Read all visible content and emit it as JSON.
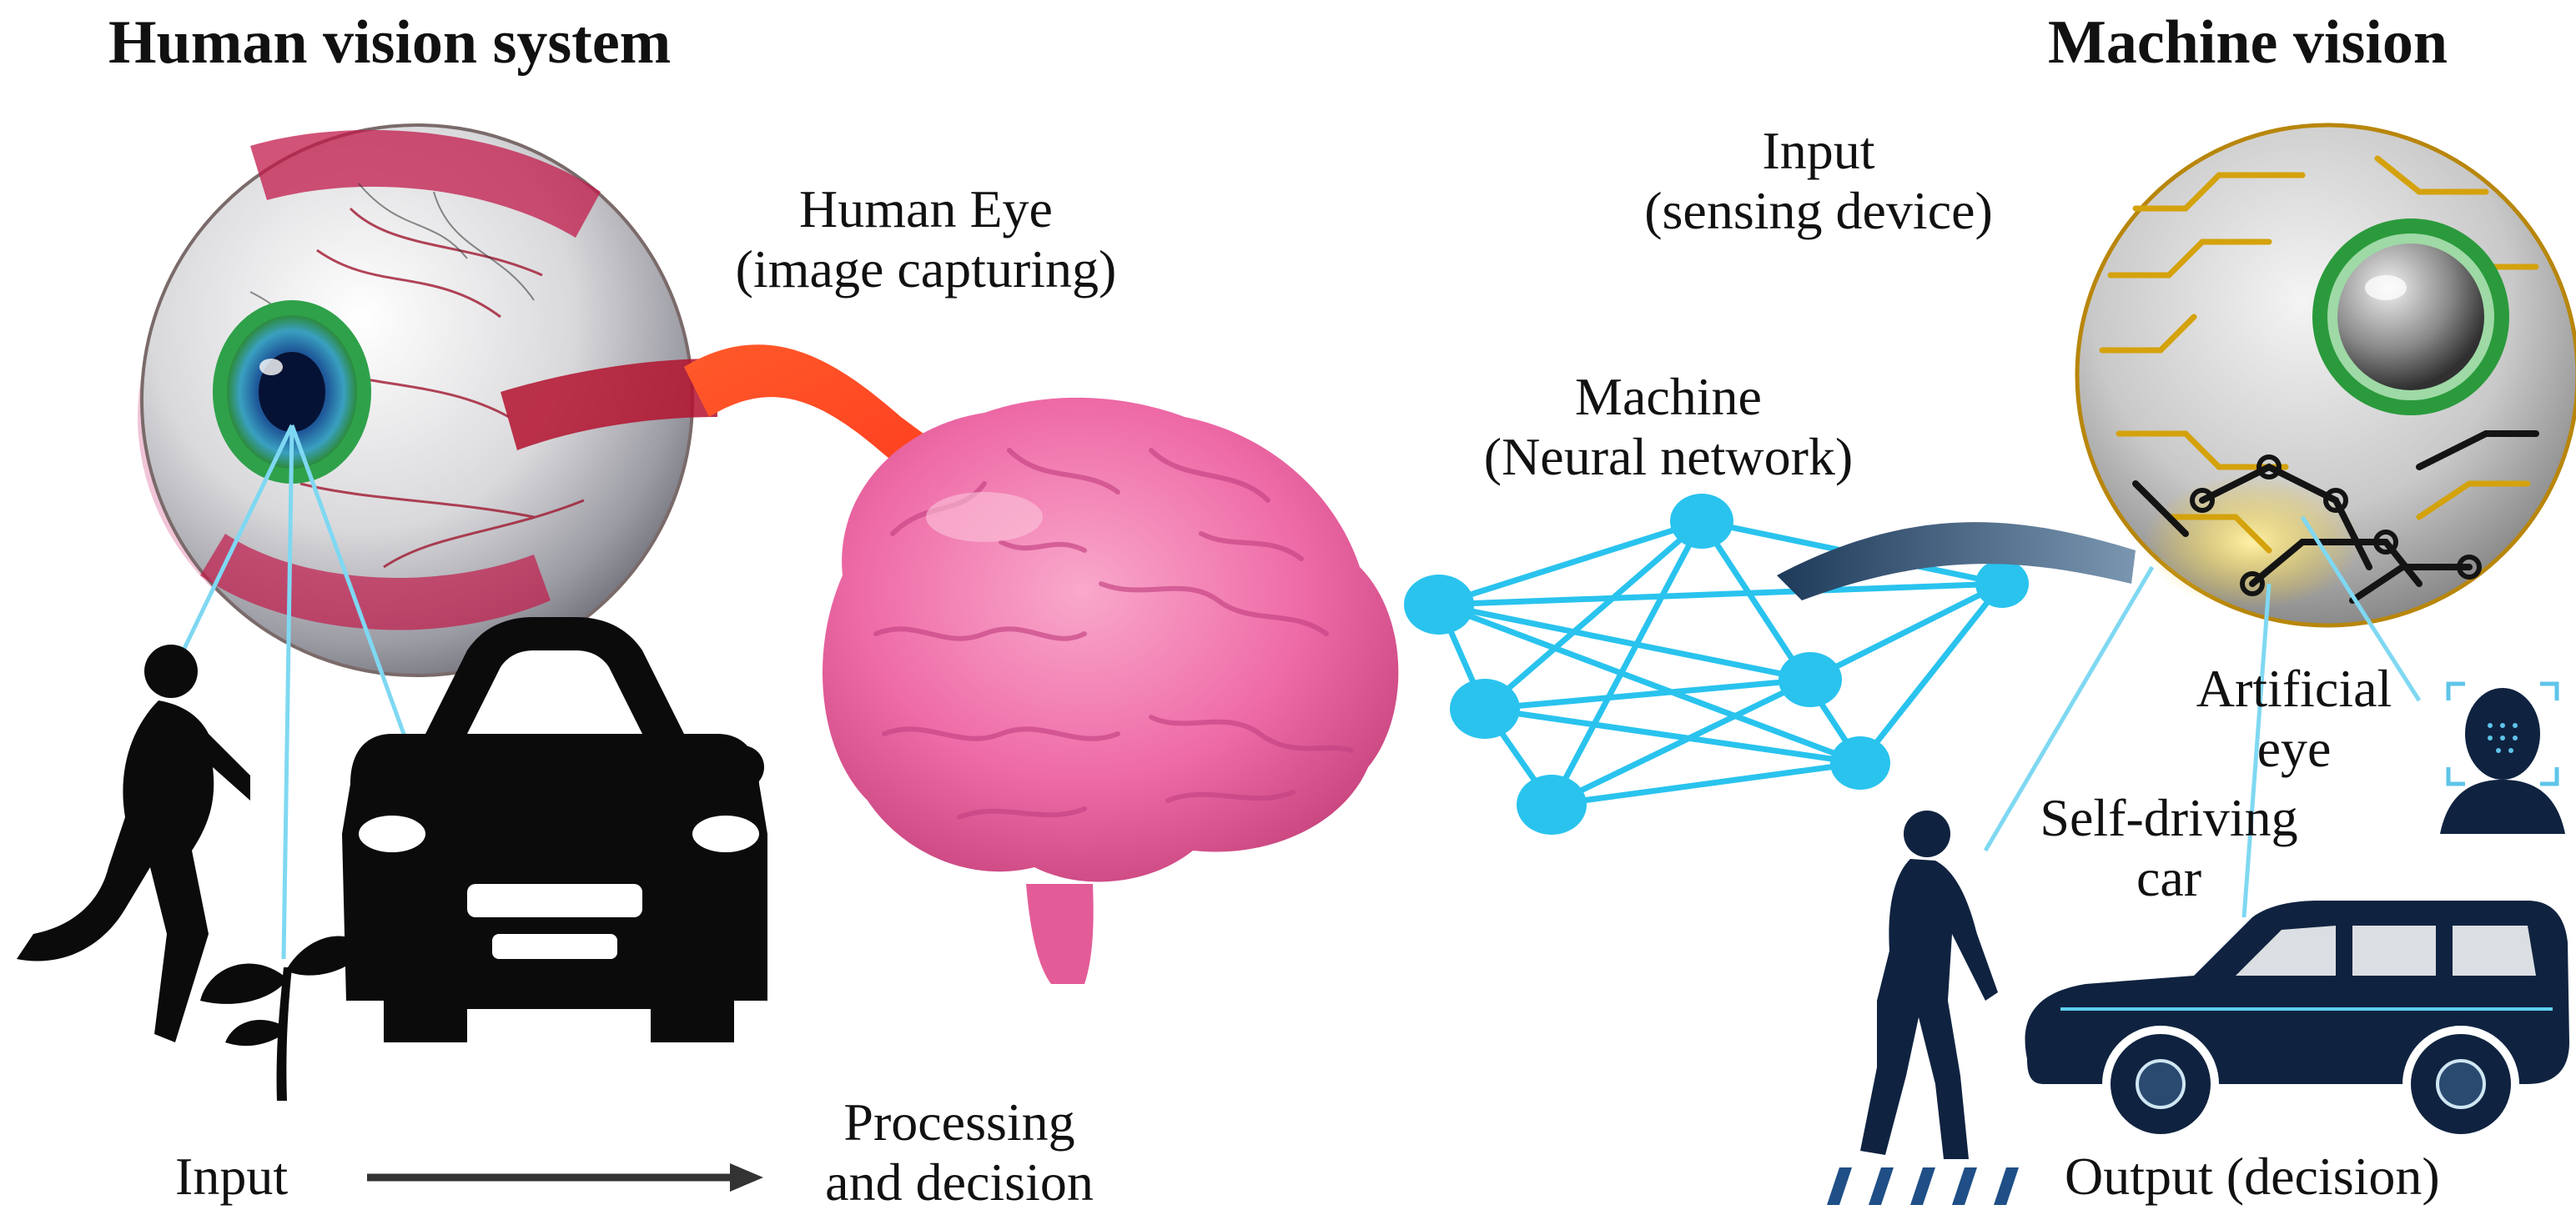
{
  "titles": {
    "human": "Human vision system",
    "machine": "Machine vision"
  },
  "labels": {
    "human_eye_line1": "Human Eye",
    "human_eye_line2": "(image capturing)",
    "input_sensing_line1": "Input",
    "input_sensing_line2": "(sensing device)",
    "machine_nn_line1": "Machine",
    "machine_nn_line2": "(Neural network)",
    "artificial_eye_line1": "Artificial",
    "artificial_eye_line2": "eye",
    "self_driving_line1": "Self-driving",
    "self_driving_line2": "car",
    "input_bottom": "Input",
    "processing_line1": "Processing",
    "processing_line2": "and decision",
    "output_decision": "Output (decision)"
  },
  "colors": {
    "neural": "#29c3ee",
    "brain": "#ee6aa6",
    "optic_nerve": "#ff3b1f",
    "silhouette": "#0b0b0b",
    "machine_figures": "#0f2340",
    "circuit_gold": "#d4a20c",
    "sight_lines": "#7fd8f2"
  },
  "icons": {
    "human_eye": "eyeball-illustration",
    "brain": "brain-illustration",
    "neural_net": "neural-network-graph",
    "machine_eye": "circuit-eyeball-illustration",
    "runner": "runner-silhouette",
    "plant": "sprout-silhouette",
    "human_car": "car-front-silhouette",
    "walker": "walking-person-silhouette",
    "machine_car": "suv-side-silhouette",
    "face_id": "face-recognition-icon",
    "arrow": "right-arrow"
  }
}
